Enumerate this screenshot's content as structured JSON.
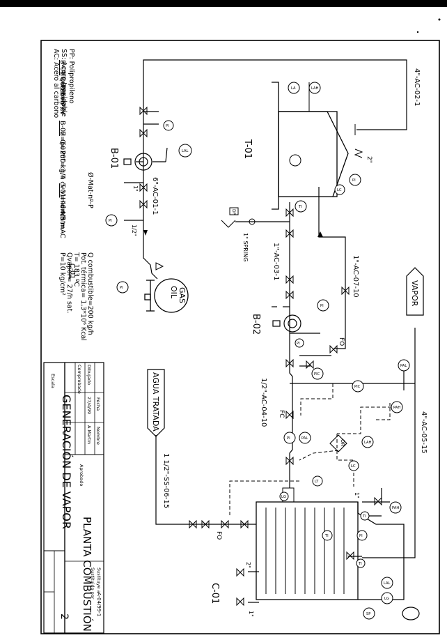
{
  "title_block": {
    "drawing_title": "GENERACIÓN  DE  VAPOR",
    "plant": "PLANTA  COMBUSTIÓN",
    "sheet_number": "2",
    "approved_label": "Aprobado",
    "scale_label": "Escala",
    "date_header": "Fecha",
    "name_header": "Nombre",
    "drawn_label": "Dibujado",
    "checked_label": "Comprobado",
    "drawn_date": "27/4/99",
    "drawn_by": "A.Martín",
    "replaces_label": "Sustituye a",
    "replaced_by_label": "Sustituido por",
    "replaces_value": "A-04/99-1"
  },
  "legend": {
    "materials": [
      "AC: Acero al carbono",
      "SS: Acero Inoxidable",
      "PP: Polipropileno"
    ],
    "b01": {
      "tag": "B-01",
      "lines": [
        "H=60  m",
        "Q=25  m³/h",
        "Pot=8  cv"
      ]
    },
    "b02": {
      "tag": "B-02",
      "lines": [
        "H=60  m",
        "Q=200  kg/h",
        "Pot=  1/4  cv"
      ]
    },
    "t01": {
      "tag": "T-01",
      "lines": [
        "V=40m³",
        "H=  4,5  m",
        "d=  3  m",
        "Mat=AC"
      ]
    },
    "c01": {
      "tag": "C-01",
      "lines": [
        "P=10  kg/cm²",
        "Qvapor=  27/h  sat.",
        "T=  183  ºC",
        "Pot.  térmica=  1,3*10⁶ Kcal",
        "Q  combustible=200  kg/h"
      ]
    },
    "pipe_spec": "Ø-Mat-nº-P"
  },
  "equipment": {
    "tank": "T-01",
    "pump1": "B-01",
    "pump2": "B-02",
    "boiler": "C-01",
    "gas_oil": [
      "GAS",
      "OIL"
    ],
    "vapor": "VAPOR",
    "agua": "AGUA  TRATADA",
    "dp": "DP"
  },
  "lines": {
    "l1": "4\"-AC-02-1",
    "l2": "6\"-AC-01-1",
    "l3": "1\"-AC-03-1",
    "l4": "1\"-AC-07-10",
    "l5": "1/2\"-AC-04-10",
    "l6": "4\"-AC-05-15",
    "l7": "1  1/2\"-SS-06-15",
    "spring": "1\"  SPRING"
  },
  "small_labels": {
    "s_2in": "2\"",
    "s_1in": "1\"",
    "s_half": "1/2\"",
    "s_1a": "1\"",
    "s_2b": "2\"",
    "s_1b": "1\""
  },
  "valve_labels": {
    "fo1": "FO",
    "fc1": "FC",
    "fo2": "FO",
    "or": "OR"
  },
  "instruments": [
    "LA",
    "LAH",
    "LC",
    "PI",
    "TI",
    "PI",
    "LAL",
    "PI",
    "PI",
    "PI",
    "PIC",
    "PI",
    "PAL",
    "PIC",
    "PAH",
    "PAL",
    "LAH",
    "LC",
    "LT",
    "PAH",
    "PI",
    "TI",
    "LAL",
    "SP",
    "LG",
    "PI",
    "TI",
    "TI",
    "LG"
  ]
}
